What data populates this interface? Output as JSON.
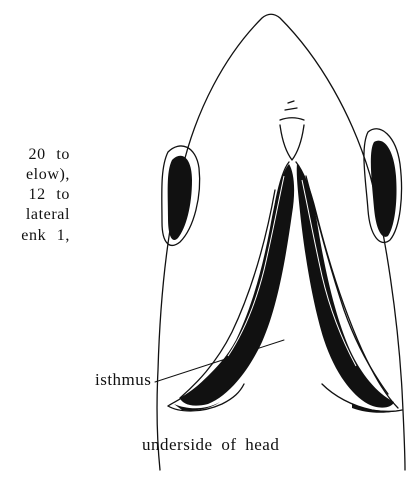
{
  "text_fragment": {
    "lines": [
      "20  to",
      "elow),",
      "12  to",
      "lateral",
      "enk  1,"
    ]
  },
  "labels": {
    "isthmus": "isthmus"
  },
  "caption": "underside of head"
}
